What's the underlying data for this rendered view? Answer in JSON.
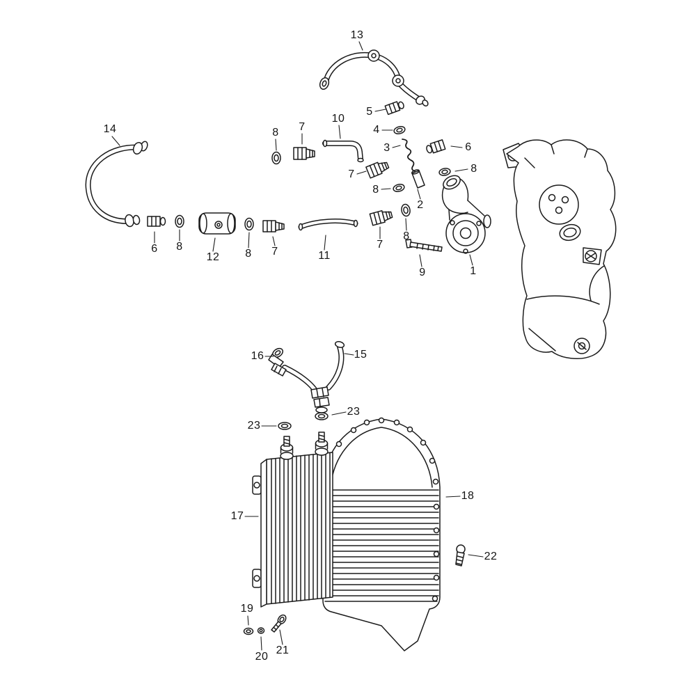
{
  "diagram": {
    "colors": {
      "background": "#ffffff",
      "line": "#1b1b1b"
    },
    "callouts": [
      "13",
      "5",
      "4",
      "3",
      "6",
      "8",
      "2",
      "14",
      "8",
      "7",
      "10",
      "7",
      "8",
      "6",
      "8",
      "12",
      "8",
      "7",
      "11",
      "7",
      "8",
      "9",
      "1",
      "16",
      "15",
      "23",
      "23",
      "17",
      "18",
      "22",
      "19",
      "20",
      "21"
    ]
  }
}
